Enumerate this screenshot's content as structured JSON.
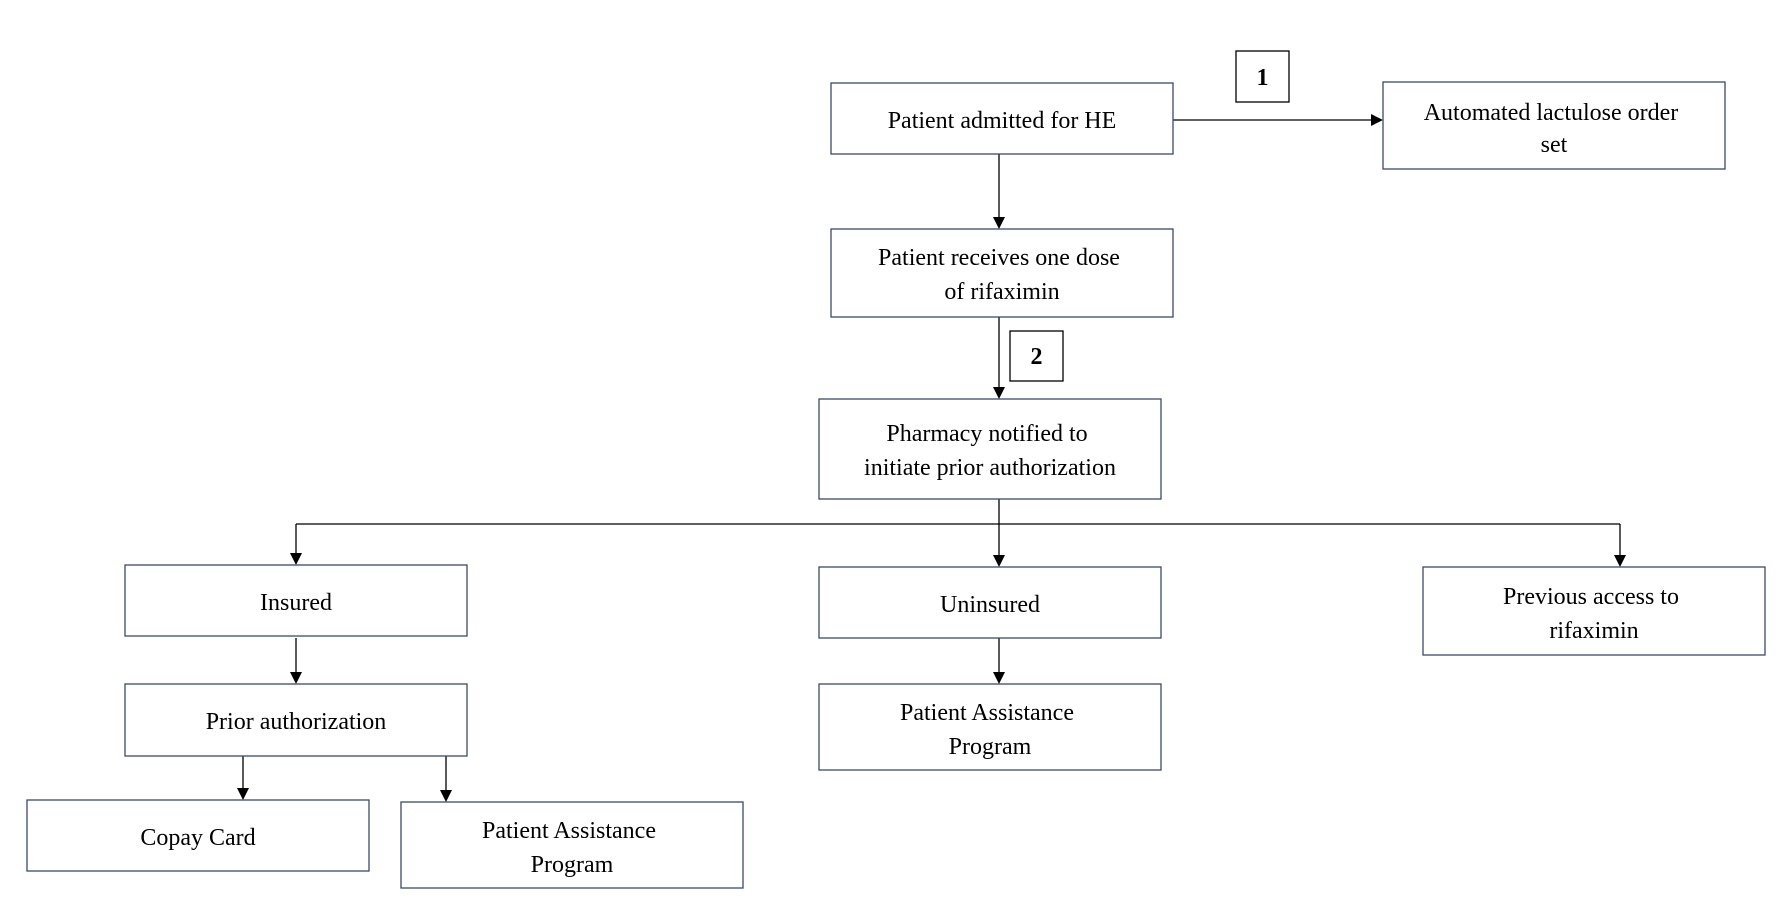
{
  "nodes": {
    "admitted": [
      "Patient admitted for HE"
    ],
    "lactulose": [
      "Automated lactulose order",
      "set"
    ],
    "rifaximin_dose": [
      "Patient receives one dose",
      "of rifaximin"
    ],
    "pharmacy": [
      "Pharmacy notified to",
      "initiate prior authorization"
    ],
    "insured": [
      "Insured"
    ],
    "uninsured": [
      "Uninsured"
    ],
    "previous": [
      "Previous access to",
      "rifaximin"
    ],
    "prior_auth": [
      "Prior authorization"
    ],
    "pap_uninsured": [
      "Patient Assistance",
      "Program"
    ],
    "copay": [
      "Copay Card"
    ],
    "pap_insured": [
      "Patient Assistance",
      "Program"
    ]
  },
  "steps": {
    "step1": "1",
    "step2": "2"
  }
}
